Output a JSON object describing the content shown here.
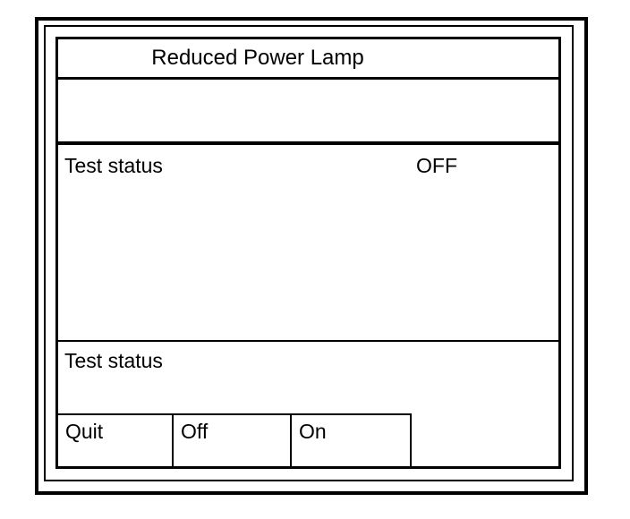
{
  "window": {
    "title": "Reduced Power Lamp"
  },
  "status_section": {
    "label": "Test status",
    "value": "OFF"
  },
  "message_section": {
    "label": "Test status"
  },
  "softkeys": [
    {
      "label": "Quit"
    },
    {
      "label": "Off"
    },
    {
      "label": "On"
    }
  ],
  "colors": {
    "foreground": "#000000",
    "background": "#ffffff"
  }
}
